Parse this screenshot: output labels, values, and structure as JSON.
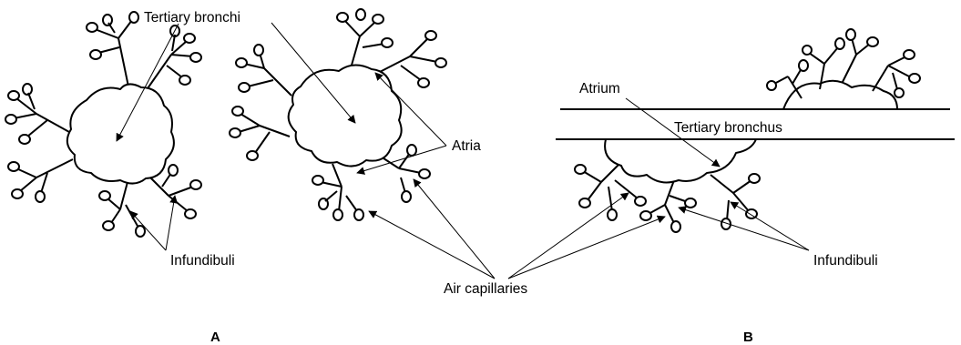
{
  "labels": {
    "tertiary_bronchi": "Tertiary bronchi",
    "atria": "Atria",
    "infundibuli_a": "Infundibuli",
    "air_capillaries": "Air capillaries",
    "atrium": "Atrium",
    "tertiary_bronchus": "Tertiary bronchus",
    "infundibuli_b": "Infundibuli"
  },
  "panels": {
    "a": "A",
    "b": "B"
  }
}
